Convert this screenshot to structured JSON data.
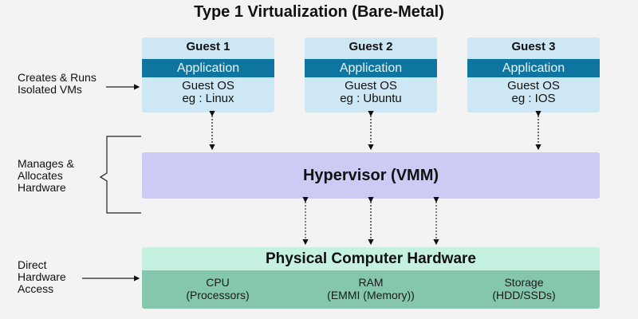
{
  "title": "Type 1 Virtualization (Bare-Metal)",
  "guests": [
    {
      "name": "Guest 1",
      "app": "Application",
      "os_line1": "Guest OS",
      "os_line2": "eg : Linux"
    },
    {
      "name": "Guest 2",
      "app": "Application",
      "os_line1": "Guest OS",
      "os_line2": "eg : Ubuntu"
    },
    {
      "name": "Guest 3",
      "app": "Application",
      "os_line1": "Guest OS",
      "os_line2": "eg : IOS"
    }
  ],
  "hypervisor": {
    "label": "Hypervisor (VMM)"
  },
  "hardware": {
    "title": "Physical Computer Hardware",
    "components": [
      {
        "line1": "CPU",
        "line2": "(Processors)"
      },
      {
        "line1": "RAM",
        "line2": "(EMMI (Memory))"
      },
      {
        "line1": "Storage",
        "line2": "(HDD/SSDs)"
      }
    ]
  },
  "side_labels": {
    "guests": [
      "Creates & Runs",
      "Isolated VMs"
    ],
    "hypervisor": [
      "Manages &",
      "Allocates",
      "Hardware"
    ],
    "hardware": [
      "Direct",
      "Hardware",
      "Access"
    ]
  },
  "colors": {
    "background": "#f3f3f3",
    "guest_box": "#cde8f4",
    "application_bar": "#0e74a0",
    "hypervisor": "#cbcbf3",
    "hardware_header": "#c6f0df",
    "hardware_body": "#84c7ac"
  }
}
